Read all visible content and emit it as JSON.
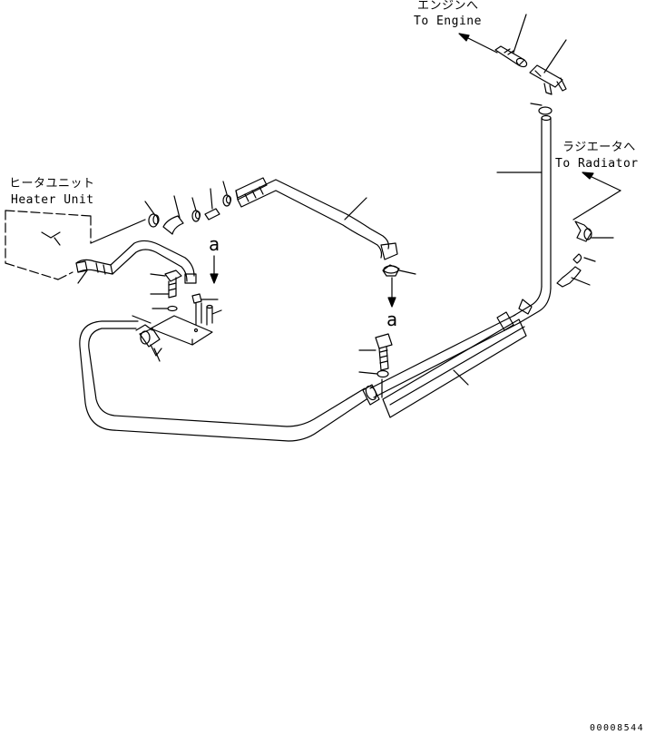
{
  "labels": {
    "engine_jp": "エンジンへ",
    "engine_en": "To Engine",
    "radiator_jp": "ラジエータへ",
    "radiator_en": "To Radiator",
    "heater_jp": "ヒータユニット",
    "heater_en": "Heater Unit",
    "view_a_top": "a",
    "view_a_bottom": "a",
    "drawing_number": "00008544"
  },
  "colors": {
    "line": "#000000",
    "background": "#ffffff"
  }
}
